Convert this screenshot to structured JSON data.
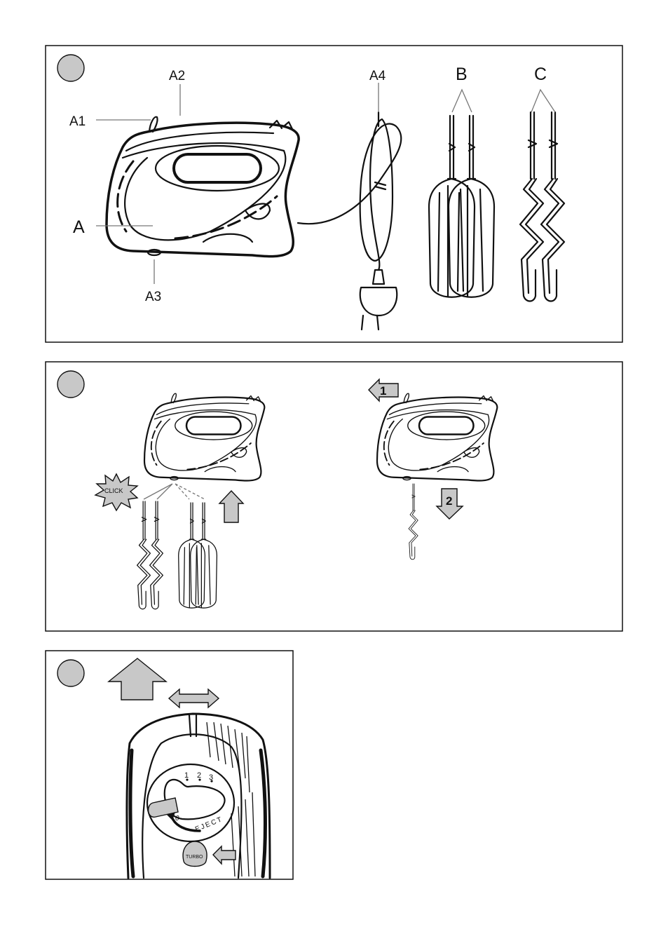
{
  "figure1": {
    "labels": {
      "a": "A",
      "a1": "A1",
      "a2": "A2",
      "a3": "A3",
      "a4": "A4",
      "b": "B",
      "c": "C"
    }
  },
  "figure2": {
    "click": "CLICK",
    "step1": "1",
    "step2": "2"
  },
  "figure3": {
    "speed_1": "1",
    "speed_2": "2",
    "speed_3": "3",
    "off": "0",
    "eject": "EJECT",
    "turbo": "TURBO"
  },
  "colors": {
    "marker_fill": "#c8c8c8",
    "arrow_fill": "#c8c8c8",
    "frame": "#111111"
  }
}
